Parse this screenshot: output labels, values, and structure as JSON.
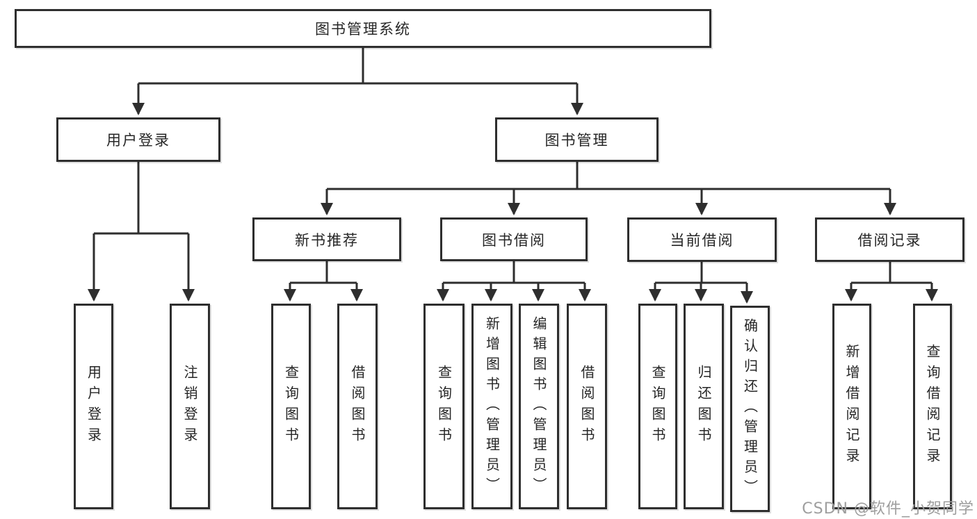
{
  "nodes": {
    "root": "图书管理系统",
    "level2": [
      "用户登录",
      "图书管理"
    ],
    "level3": [
      "新书推荐",
      "图书借阅",
      "当前借阅",
      "借阅记录"
    ],
    "user_login_children": [
      "用户登录",
      "注销登录"
    ],
    "new_book_children": [
      "查询图书",
      "借阅图书"
    ],
    "book_borrow_children": [
      "查询图书",
      "新增图书（管理员）",
      "编辑图书（管理员）",
      "借阅图书"
    ],
    "current_borrow_children": [
      "查询图书",
      "归还图书",
      "确认归还（管理员）"
    ],
    "borrow_record_children": [
      "新增借阅记录",
      "查询借阅记录"
    ]
  },
  "watermark": "CSDN @软件_小贺同学",
  "colors": {
    "line": "#2e2e2e",
    "box_border": "#2e2e2e",
    "text": "#262626",
    "watermark": "#9e9e9e",
    "background": "#ffffff"
  }
}
